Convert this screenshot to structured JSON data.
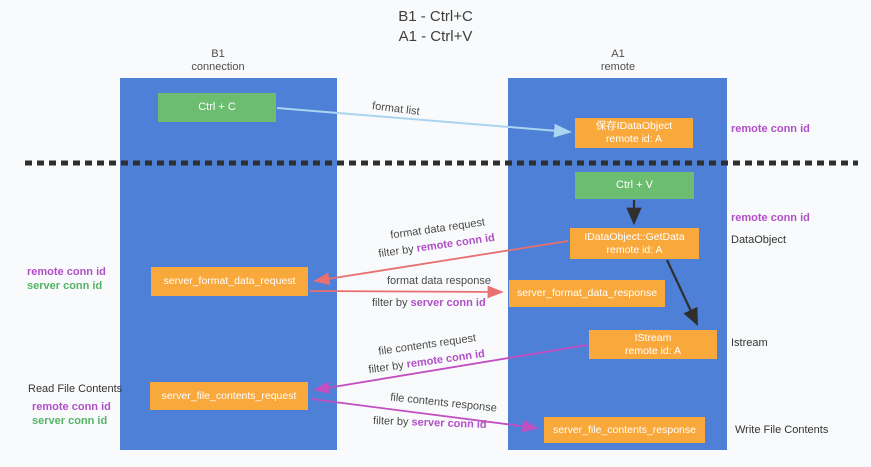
{
  "title": {
    "line1": "B1 - Ctrl+C",
    "line2": "A1 - Ctrl+V"
  },
  "lanes": {
    "left": {
      "title": "B1",
      "subtitle": "connection"
    },
    "right": {
      "title": "A1",
      "subtitle": "remote"
    }
  },
  "nodes": {
    "ctrl_c": {
      "label": "Ctrl + C"
    },
    "ctrl_v": {
      "label": "Ctrl + V"
    },
    "save_dataobject": {
      "line1": "保存IDataObject",
      "line2": "remote id: A"
    },
    "getdata": {
      "line1": "IDataObject::GetData",
      "line2": "remote id: A"
    },
    "istream": {
      "line1": "IStream",
      "line2": "remote id: A"
    },
    "server_format_data_request": {
      "label": "server_format_data_request"
    },
    "server_format_data_response": {
      "label": "server_format_data_response"
    },
    "server_file_contents_request": {
      "label": "server_file_contents_request"
    },
    "server_file_contents_response": {
      "label": "server_file_contents_response"
    }
  },
  "edge_labels": {
    "format_list": "format list",
    "format_data_request": "format data request",
    "format_data_response": "format data response",
    "file_contents_request": "file contents request",
    "file_contents_response": "file contents response",
    "filter_by": "filter by",
    "remote_conn_id": "remote conn id",
    "server_conn_id": "server conn id"
  },
  "annotations": {
    "remote_conn_id_top_right": "remote conn id",
    "remote_conn_id_mid_right": "remote conn id",
    "dataobject": "DataObject",
    "istream": "Istream",
    "write_file_contents": "Write File Contents",
    "read_file_contents": "Read File Contents",
    "remote_conn_id_left": "remote conn id",
    "server_conn_id_left": "server conn id",
    "remote_conn_id_bottom_left": "remote conn id",
    "server_conn_id_bottom_left": "server conn id"
  },
  "colors": {
    "lane_blue": "#4d80d6",
    "node_green": "#6dbd71",
    "node_orange": "#f9a93c",
    "arrow_lightblue": "#a9d5f0",
    "arrow_red": "#e87070",
    "arrow_magenta": "#c24fc2",
    "arrow_black": "#2f2f2f",
    "text_purple": "#b14fc8",
    "text_green": "#53b366"
  }
}
